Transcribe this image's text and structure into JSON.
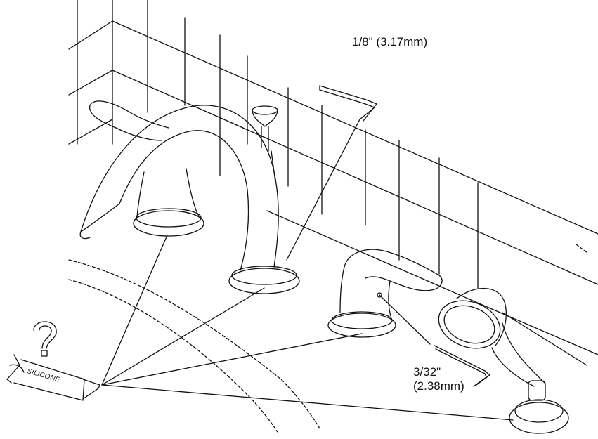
{
  "labels": {
    "wrench_large": "1/8\" (3.17mm)",
    "wrench_small_line1": "3/32\"",
    "wrench_small_line2": "(2.38mm)",
    "tube_text": "SILICONE",
    "question_mark": "?"
  },
  "colors": {
    "stroke": "#111111",
    "background": "#ffffff"
  },
  "icons": [
    "hex-key-large-icon",
    "hex-key-small-icon",
    "silicone-tube-icon",
    "question-mark-icon"
  ]
}
